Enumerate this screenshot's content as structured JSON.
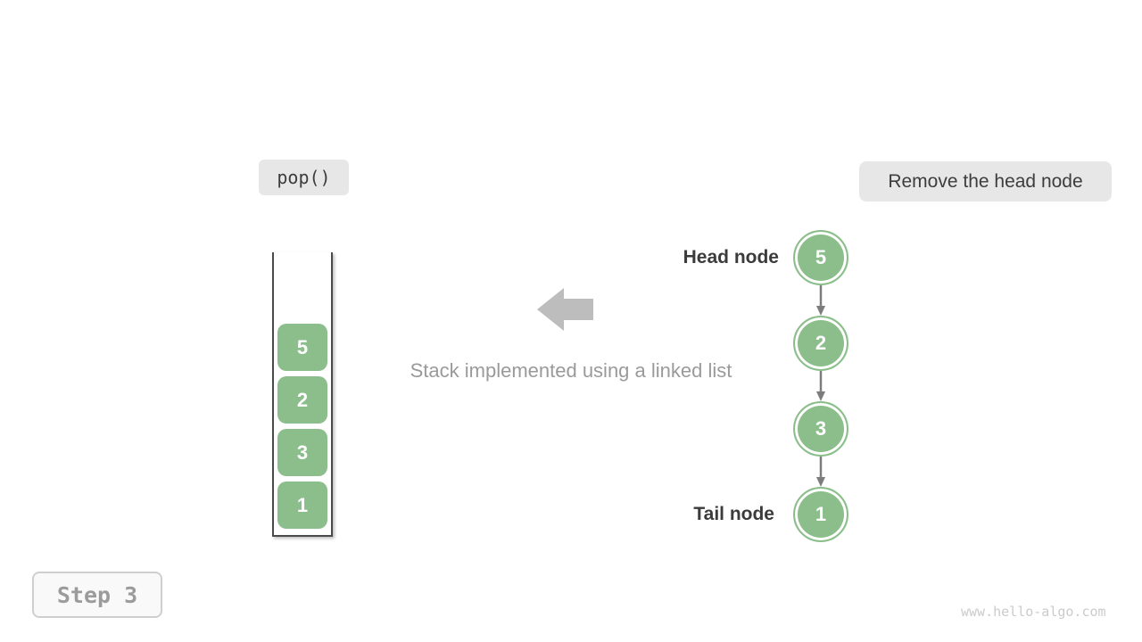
{
  "badges": {
    "operation": "pop()",
    "description": "Remove the head node"
  },
  "stack": {
    "items": [
      "5",
      "2",
      "3",
      "1"
    ]
  },
  "caption": "Stack implemented using a linked list",
  "linked_list": {
    "head_label": "Head node",
    "tail_label": "Tail node",
    "nodes": [
      "5",
      "2",
      "3",
      "1"
    ]
  },
  "step_label": "Step 3",
  "watermark": "www.hello-algo.com",
  "colors": {
    "node_green": "#8CBE8C",
    "block_arrow_gray": "#BDBDBD",
    "connector_gray": "#7D7D7D",
    "container_border": "#4A4A4A",
    "badge_bg": "#E7E7E7",
    "label_dark": "#3B3B3B",
    "muted_gray": "#9A9A9A",
    "watermark_gray": "#CBCBCB"
  }
}
